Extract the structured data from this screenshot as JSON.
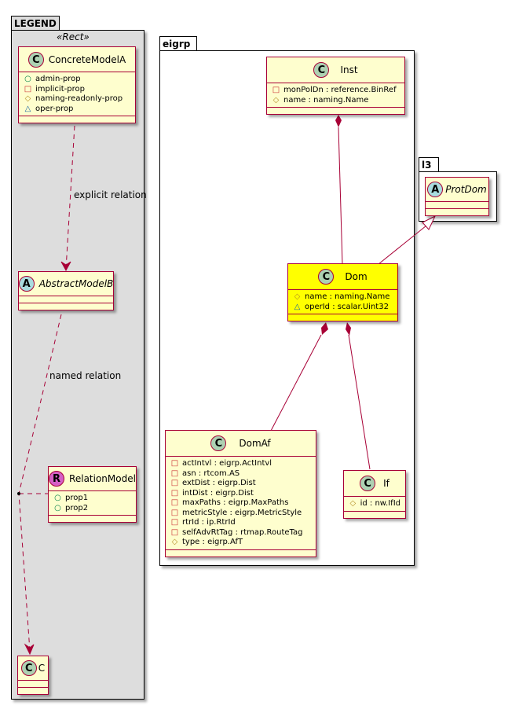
{
  "packages": {
    "legend": {
      "name": "LEGEND",
      "stereotype": "«Rect»"
    },
    "eigrp": {
      "name": "eigrp"
    },
    "l3": {
      "name": "l3"
    }
  },
  "classes": {
    "concrete_model_a": {
      "badge": "C",
      "name": "ConcreteModelA",
      "attrs": [
        {
          "vis": "public",
          "symbol": "○",
          "text": "admin-prop"
        },
        {
          "vis": "private",
          "symbol": "□",
          "text": "implicit-prop"
        },
        {
          "vis": "protected",
          "symbol": "◇",
          "text": "naming-readonly-prop"
        },
        {
          "vis": "package",
          "symbol": "△",
          "text": "oper-prop"
        }
      ]
    },
    "abstract_model_b": {
      "badge": "A",
      "name": "AbstractModelB"
    },
    "relation_model": {
      "badge": "R",
      "name": "RelationModel",
      "attrs": [
        {
          "vis": "public",
          "symbol": "○",
          "text": "prop1"
        },
        {
          "vis": "public",
          "symbol": "○",
          "text": "prop2"
        }
      ]
    },
    "c": {
      "badge": "C",
      "name": "C"
    },
    "inst": {
      "badge": "C",
      "name": "Inst",
      "attrs": [
        {
          "vis": "private",
          "symbol": "□",
          "text": "monPolDn : reference.BinRef"
        },
        {
          "vis": "protected",
          "symbol": "◇",
          "text": "name : naming.Name"
        }
      ]
    },
    "prot_dom": {
      "badge": "A",
      "name": "ProtDom"
    },
    "dom": {
      "badge": "C",
      "name": "Dom",
      "attrs": [
        {
          "vis": "protected",
          "symbol": "◇",
          "text": "name : naming.Name"
        },
        {
          "vis": "package",
          "symbol": "△",
          "text": "operId : scalar.Uint32"
        }
      ]
    },
    "dom_af": {
      "badge": "C",
      "name": "DomAf",
      "attrs": [
        {
          "vis": "private",
          "symbol": "□",
          "text": "actIntvl : eigrp.ActIntvl"
        },
        {
          "vis": "private",
          "symbol": "□",
          "text": "asn : rtcom.AS"
        },
        {
          "vis": "private",
          "symbol": "□",
          "text": "extDist : eigrp.Dist"
        },
        {
          "vis": "private",
          "symbol": "□",
          "text": "intDist : eigrp.Dist"
        },
        {
          "vis": "private",
          "symbol": "□",
          "text": "maxPaths : eigrp.MaxPaths"
        },
        {
          "vis": "private",
          "symbol": "□",
          "text": "metricStyle : eigrp.MetricStyle"
        },
        {
          "vis": "private",
          "symbol": "□",
          "text": "rtrId : ip.RtrId"
        },
        {
          "vis": "private",
          "symbol": "□",
          "text": "selfAdvRtTag : rtmap.RouteTag"
        },
        {
          "vis": "protected",
          "symbol": "◇",
          "text": "type : eigrp.AfT"
        }
      ]
    },
    "if": {
      "badge": "C",
      "name": "If",
      "attrs": [
        {
          "vis": "protected",
          "symbol": "◇",
          "text": "id : nw.IfId"
        }
      ]
    }
  },
  "edge_labels": {
    "explicit": "explicit relation",
    "named": "named relation"
  },
  "colors": {
    "class_fill": "#fefece",
    "class_border": "#a80036",
    "highlight_fill": "#ffff00",
    "legend_fill": "#dddddd",
    "edge": "#a80036"
  }
}
